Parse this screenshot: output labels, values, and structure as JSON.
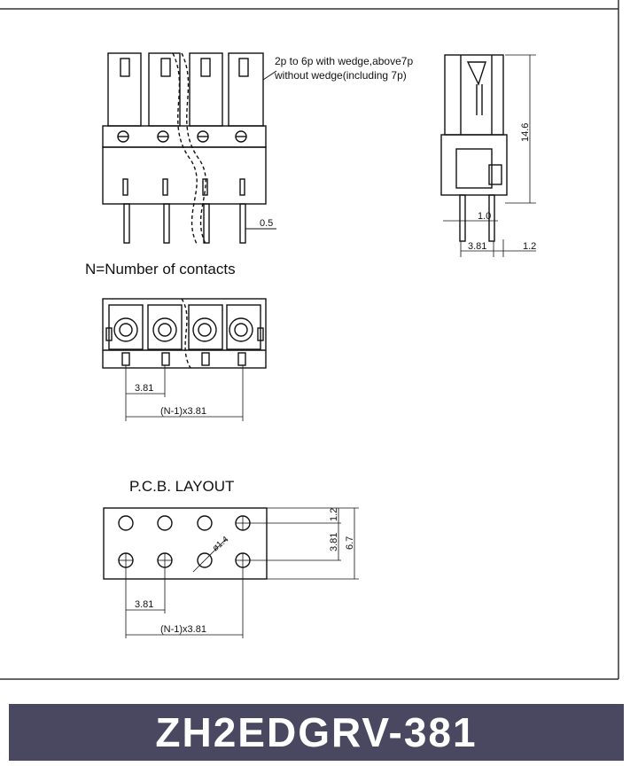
{
  "notes": {
    "wedge_note_line1": "2p to 6p with wedge,above7p",
    "wedge_note_line2": "without wedge(including 7p)",
    "contacts_note": "N=Number of contacts",
    "pcb_title": "P.C.B. LAYOUT"
  },
  "front_view": {
    "pin_dim": "0.5"
  },
  "side_view": {
    "height_dim": "14.6",
    "pin_gap_dim": "1.0",
    "pitch_dim": "3.81",
    "offset_dim": "1.2"
  },
  "top_view": {
    "pitch_dim": "3.81",
    "span_dim": "(N-1)x3.81"
  },
  "pcb": {
    "row_offset_dim": "1.2",
    "row_spacing_dim": "3.81",
    "total_dim": "6.7",
    "hole_dia": "ø1.4",
    "pitch_dim": "3.81",
    "span_dim": "(N-1)x3.81"
  },
  "product": {
    "model": "ZH2EDGRV-381"
  }
}
